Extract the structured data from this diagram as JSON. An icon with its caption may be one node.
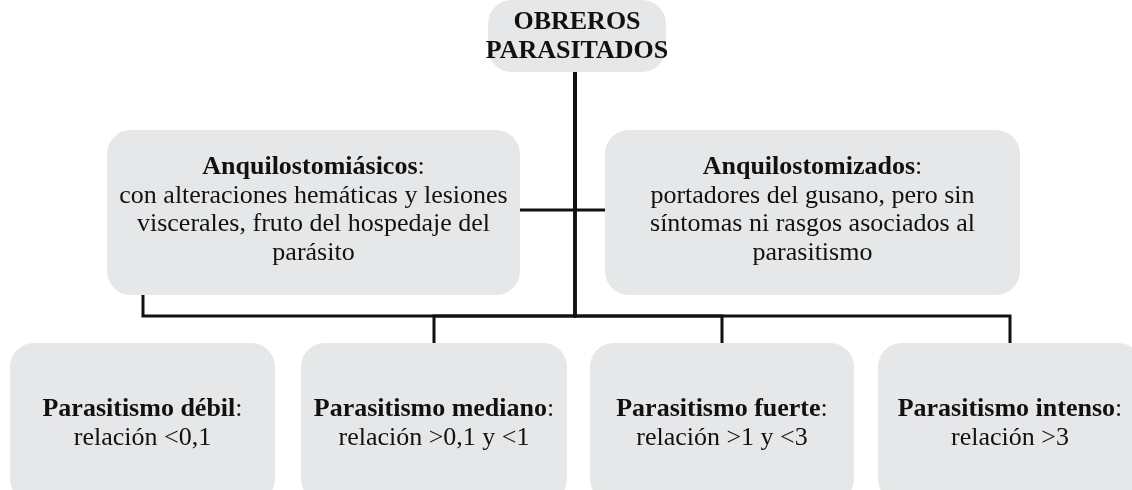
{
  "diagram": {
    "nodes": [
      {
        "text": [
          "OBREROS PARASITADOS"
        ]
      },
      {
        "text": [
          "**Anquilostomiásicos**:",
          "con alteraciones hemáticas y lesiones viscerales, fruto del hospedaje del parásito"
        ]
      },
      {
        "text": [
          "**Anquilostomizados**:",
          "portadores del gusano, pero sin síntomas ni rasgos asociados al parasitismo"
        ]
      },
      {
        "text": [
          "**Parasitismo débil**:",
          "relación <0,1"
        ]
      },
      {
        "text": [
          "**Parasitismo mediano**:",
          "relación >0,1 y <1"
        ]
      },
      {
        "text": [
          "**Parasitismo fuerte**:",
          "relación >1 y <3"
        ]
      },
      {
        "text": [
          "**Parasitismo intenso**:",
          "relación >3"
        ]
      }
    ],
    "edges": [
      {
        "from": 0,
        "to": 1,
        "arrow": "none"
      },
      {
        "from": 0,
        "to": 2,
        "arrow": "none"
      },
      {
        "from": 0,
        "to": 1,
        "arrow": "none"
      },
      {
        "from": 0,
        "to": 4,
        "arrow": "none"
      },
      {
        "from": 0,
        "to": 5,
        "arrow": "none"
      },
      {
        "from": 0,
        "to": 6,
        "arrow": "none"
      }
    ]
  }
}
